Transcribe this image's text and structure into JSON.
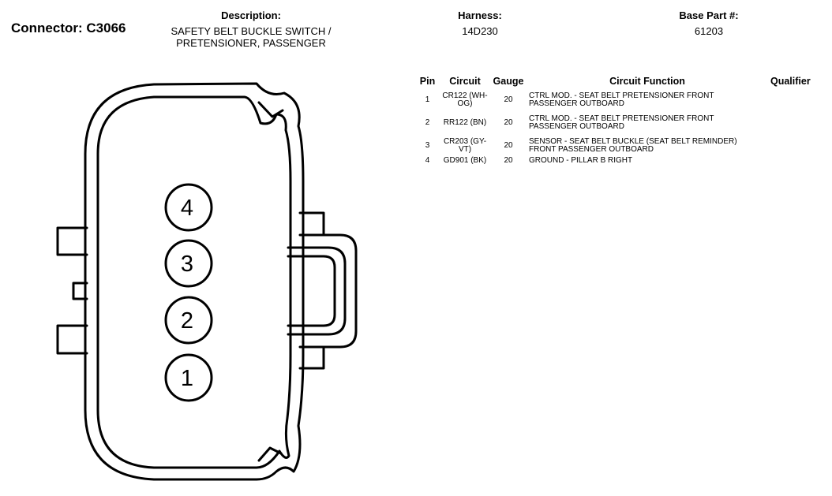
{
  "connector": {
    "title": "Connector: C3066"
  },
  "description": {
    "label": "Description:",
    "value_line1": "SAFETY BELT BUCKLE SWITCH /",
    "value_line2": "PRETENSIONER, PASSENGER"
  },
  "harness": {
    "label": "Harness:",
    "value": "14D230"
  },
  "base_part": {
    "label": "Base Part #:",
    "value": "61203"
  },
  "diagram": {
    "pins": [
      "4",
      "3",
      "2",
      "1"
    ]
  },
  "table": {
    "headers": {
      "pin": "Pin",
      "circuit": "Circuit",
      "gauge": "Gauge",
      "function": "Circuit Function",
      "qualifier": "Qualifier"
    },
    "rows": [
      {
        "pin": "1",
        "circuit_line1": "CR122 (WH-",
        "circuit_line2": "OG)",
        "gauge": "20",
        "function_line1": "CTRL MOD. - SEAT BELT PRETENSIONER FRONT",
        "function_line2": "PASSENGER OUTBOARD",
        "qualifier": ""
      },
      {
        "pin": "2",
        "circuit_line1": "RR122 (BN)",
        "circuit_line2": "",
        "gauge": "20",
        "function_line1": "CTRL MOD. - SEAT BELT PRETENSIONER FRONT",
        "function_line2": "PASSENGER OUTBOARD",
        "qualifier": ""
      },
      {
        "pin": "3",
        "circuit_line1": "CR203 (GY-",
        "circuit_line2": "VT)",
        "gauge": "20",
        "function_line1": "SENSOR - SEAT BELT BUCKLE (SEAT BELT REMINDER)",
        "function_line2": "FRONT PASSENGER OUTBOARD",
        "qualifier": ""
      },
      {
        "pin": "4",
        "circuit_line1": "GD901 (BK)",
        "circuit_line2": "",
        "gauge": "20",
        "function_line1": "GROUND - PILLAR B RIGHT",
        "function_line2": "",
        "qualifier": ""
      }
    ]
  }
}
